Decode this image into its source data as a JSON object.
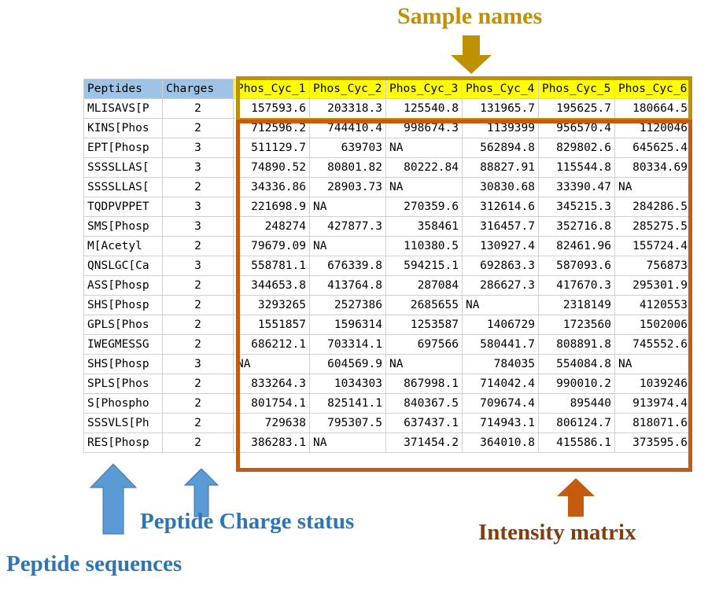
{
  "annotations": {
    "sample_names": "Sample names",
    "intensity_matrix": "Intensity matrix",
    "peptide_charge": "Peptide Charge status",
    "peptide_sequences": "Peptide sequences"
  },
  "colors": {
    "sample_names_accent": "#BF9000",
    "intensity_matrix_accent": "#C55A11",
    "peptide_accent": "#2E75B6",
    "header_fill": "#9DC3E6",
    "sample_header_fill": "#FFFF00",
    "grid_line": "#D0D0D0"
  },
  "table": {
    "headers": {
      "peptides": "Peptides",
      "charges": "Charges",
      "samples": [
        "Phos_Cyc_1",
        "Phos_Cyc_2",
        "Phos_Cyc_3",
        "Phos_Cyc_4",
        "Phos_Cyc_5",
        "Phos_Cyc_6"
      ]
    },
    "rows": [
      {
        "peptide": "MLISAVS[P",
        "charge": "2",
        "values": [
          "157593.6",
          "203318.3",
          "125540.8",
          "131965.7",
          "195625.7",
          "180664.5"
        ]
      },
      {
        "peptide": "KINS[Phos",
        "charge": "2",
        "values": [
          "712596.2",
          "744410.4",
          "998674.3",
          "1139399",
          "956570.4",
          "1120046"
        ]
      },
      {
        "peptide": "EPT[Phosp",
        "charge": "3",
        "values": [
          "511129.7",
          "639703",
          "NA",
          "562894.8",
          "829802.6",
          "645625.4"
        ]
      },
      {
        "peptide": "SSSSLLAS[",
        "charge": "3",
        "values": [
          "74890.52",
          "80801.82",
          "80222.84",
          "88827.91",
          "115544.8",
          "80334.69"
        ]
      },
      {
        "peptide": "SSSSLLAS[",
        "charge": "2",
        "values": [
          "34336.86",
          "28903.73",
          "NA",
          "30830.68",
          "33390.47",
          "NA"
        ]
      },
      {
        "peptide": "TQDPVPPET",
        "charge": "3",
        "values": [
          "221698.9",
          "NA",
          "270359.6",
          "312614.6",
          "345215.3",
          "284286.5"
        ]
      },
      {
        "peptide": "SMS[Phosp",
        "charge": "3",
        "values": [
          "248274",
          "427877.3",
          "358461",
          "316457.7",
          "352716.8",
          "285275.5"
        ]
      },
      {
        "peptide": "M[Acetyl",
        "charge": "2",
        "values": [
          "79679.09",
          "NA",
          "110380.5",
          "130927.4",
          "82461.96",
          "155724.4"
        ]
      },
      {
        "peptide": "QNSLGC[Ca",
        "charge": "3",
        "values": [
          "558781.1",
          "676339.8",
          "594215.1",
          "692863.3",
          "587093.6",
          "756873"
        ]
      },
      {
        "peptide": "ASS[Phosp",
        "charge": "2",
        "values": [
          "344653.8",
          "413764.8",
          "287084",
          "286627.3",
          "417670.3",
          "295301.9"
        ]
      },
      {
        "peptide": "SHS[Phosp",
        "charge": "2",
        "values": [
          "3293265",
          "2527386",
          "2685655",
          "NA",
          "2318149",
          "4120553"
        ]
      },
      {
        "peptide": "GPLS[Phos",
        "charge": "2",
        "values": [
          "1551857",
          "1596314",
          "1253587",
          "1406729",
          "1723560",
          "1502006"
        ]
      },
      {
        "peptide": "IWEGMESSG",
        "charge": "2",
        "values": [
          "686212.1",
          "703314.1",
          "697566",
          "580441.7",
          "808891.8",
          "745552.6"
        ]
      },
      {
        "peptide": "SHS[Phosp",
        "charge": "3",
        "values": [
          "NA",
          "604569.9",
          "NA",
          "784035",
          "554084.8",
          "NA"
        ]
      },
      {
        "peptide": "SPLS[Phos",
        "charge": "2",
        "values": [
          "833264.3",
          "1034303",
          "867998.1",
          "714042.4",
          "990010.2",
          "1039246"
        ]
      },
      {
        "peptide": "S[Phospho",
        "charge": "2",
        "values": [
          "801754.1",
          "825141.1",
          "840367.5",
          "709674.4",
          "895440",
          "913974.4"
        ]
      },
      {
        "peptide": "SSSVLS[Ph",
        "charge": "2",
        "values": [
          "729638",
          "795307.5",
          "637437.1",
          "714943.1",
          "806124.7",
          "818071.6"
        ]
      },
      {
        "peptide": "RES[Phosp",
        "charge": "2",
        "values": [
          "386283.1",
          "NA",
          "371454.2",
          "364010.8",
          "415586.1",
          "373595.6"
        ]
      }
    ]
  }
}
